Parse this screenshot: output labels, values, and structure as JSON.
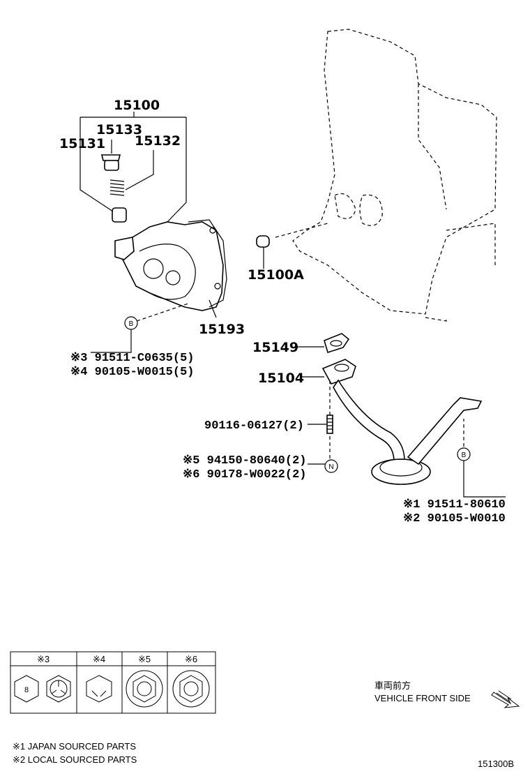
{
  "callouts": {
    "p15100": "15100",
    "p15133": "15133",
    "p15131": "15131",
    "p15132": "15132",
    "p15100a": "15100A",
    "p15193": "15193",
    "p15149": "15149",
    "p15104": "15104",
    "bolt_b_left_1": "※3 91511-C0635(5)",
    "bolt_b_left_2": "※4 90105-W0015(5)",
    "stud": "90116-06127(2)",
    "nut_1": "※5 94150-80640(2)",
    "nut_2": "※6 90178-W0022(2)",
    "bolt_b_right_1": "※1 91511-80610",
    "bolt_b_right_2": "※2 90105-W0010"
  },
  "markers": {
    "b": "B",
    "n": "N",
    "eight": "8"
  },
  "table": {
    "headers": [
      "※3",
      "※4",
      "※5",
      "※6"
    ]
  },
  "direction": {
    "jp": "車両前方",
    "en": "VEHICLE FRONT SIDE"
  },
  "notes": {
    "n1": "※1 JAPAN SOURCED PARTS",
    "n2": "※2 LOCAL SOURCED PARTS"
  },
  "diagram_id": "151300B"
}
